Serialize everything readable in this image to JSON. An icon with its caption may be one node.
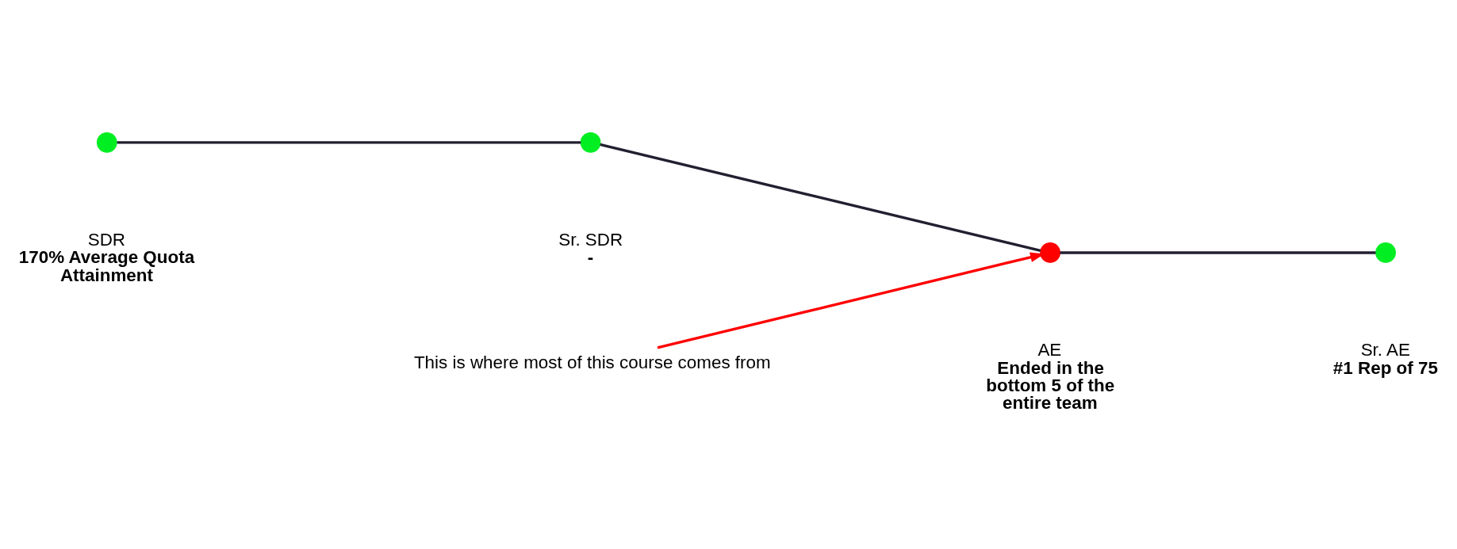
{
  "diagram": {
    "nodes": [
      {
        "text": [],
        "shape": "circle",
        "beside": [
          "SDR",
          "170% Average Quota Attainment"
        ]
      },
      {
        "text": [],
        "shape": "circle",
        "beside": [
          "Sr. SDR",
          "-"
        ]
      },
      {
        "text": [],
        "shape": "circle",
        "beside": [
          "AE",
          "Ended in the bottom 5 of the entire team"
        ]
      },
      {
        "text": [],
        "shape": "circle",
        "beside": [
          "Sr. AE",
          "#1 Rep of 75"
        ]
      },
      {
        "text": [
          "This is where most of this course comes from"
        ]
      }
    ],
    "edges": [
      {
        "from": 0,
        "to": 1,
        "arrow": "none"
      },
      {
        "from": 1,
        "to": 2,
        "arrow": "none"
      },
      {
        "from": 2,
        "to": 3,
        "arrow": "none"
      },
      {
        "from": 4,
        "to": 2,
        "arrow": "to",
        "color": "#ff0000"
      }
    ]
  }
}
